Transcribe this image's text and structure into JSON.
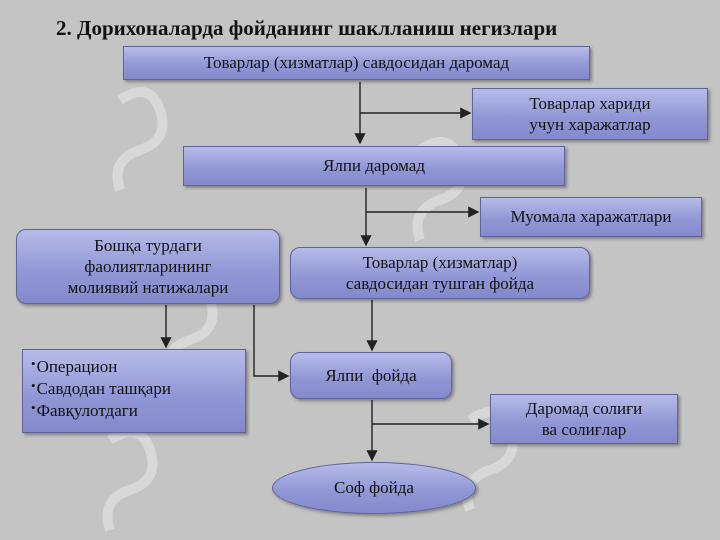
{
  "title": "2. Дорихоналарда фойданинг шаклланиш негизлари",
  "nodes": {
    "revenue": "Товарлар (хизматлар) савдосидан даромад",
    "purchase_costs": [
      "Товарлар хариди",
      "учун харажатлар"
    ],
    "gross_income": "Ялпи даромад",
    "operating_costs": "Муомала харажатлари",
    "other_activities": [
      "Бошқа турдаги",
      "фаолиятларининг",
      "молиявий натижалари"
    ],
    "sales_profit": [
      "Товарлар (хизматлар)",
      "савдосидан тушган фойда"
    ],
    "other_list": [
      "Операцион",
      "Савдодан ташқари",
      "Фавқулотдаги"
    ],
    "gross_profit": "Ялпи  фойда",
    "taxes": [
      "Даромад солиғи",
      "ва солиғлар"
    ],
    "net_profit": "Соф фойда"
  },
  "colors": {
    "background": "#c4c4c4",
    "box_fill": "#9298d6",
    "box_border": "#5f649a",
    "connector": "#222222",
    "watermark": "#ffffff"
  }
}
